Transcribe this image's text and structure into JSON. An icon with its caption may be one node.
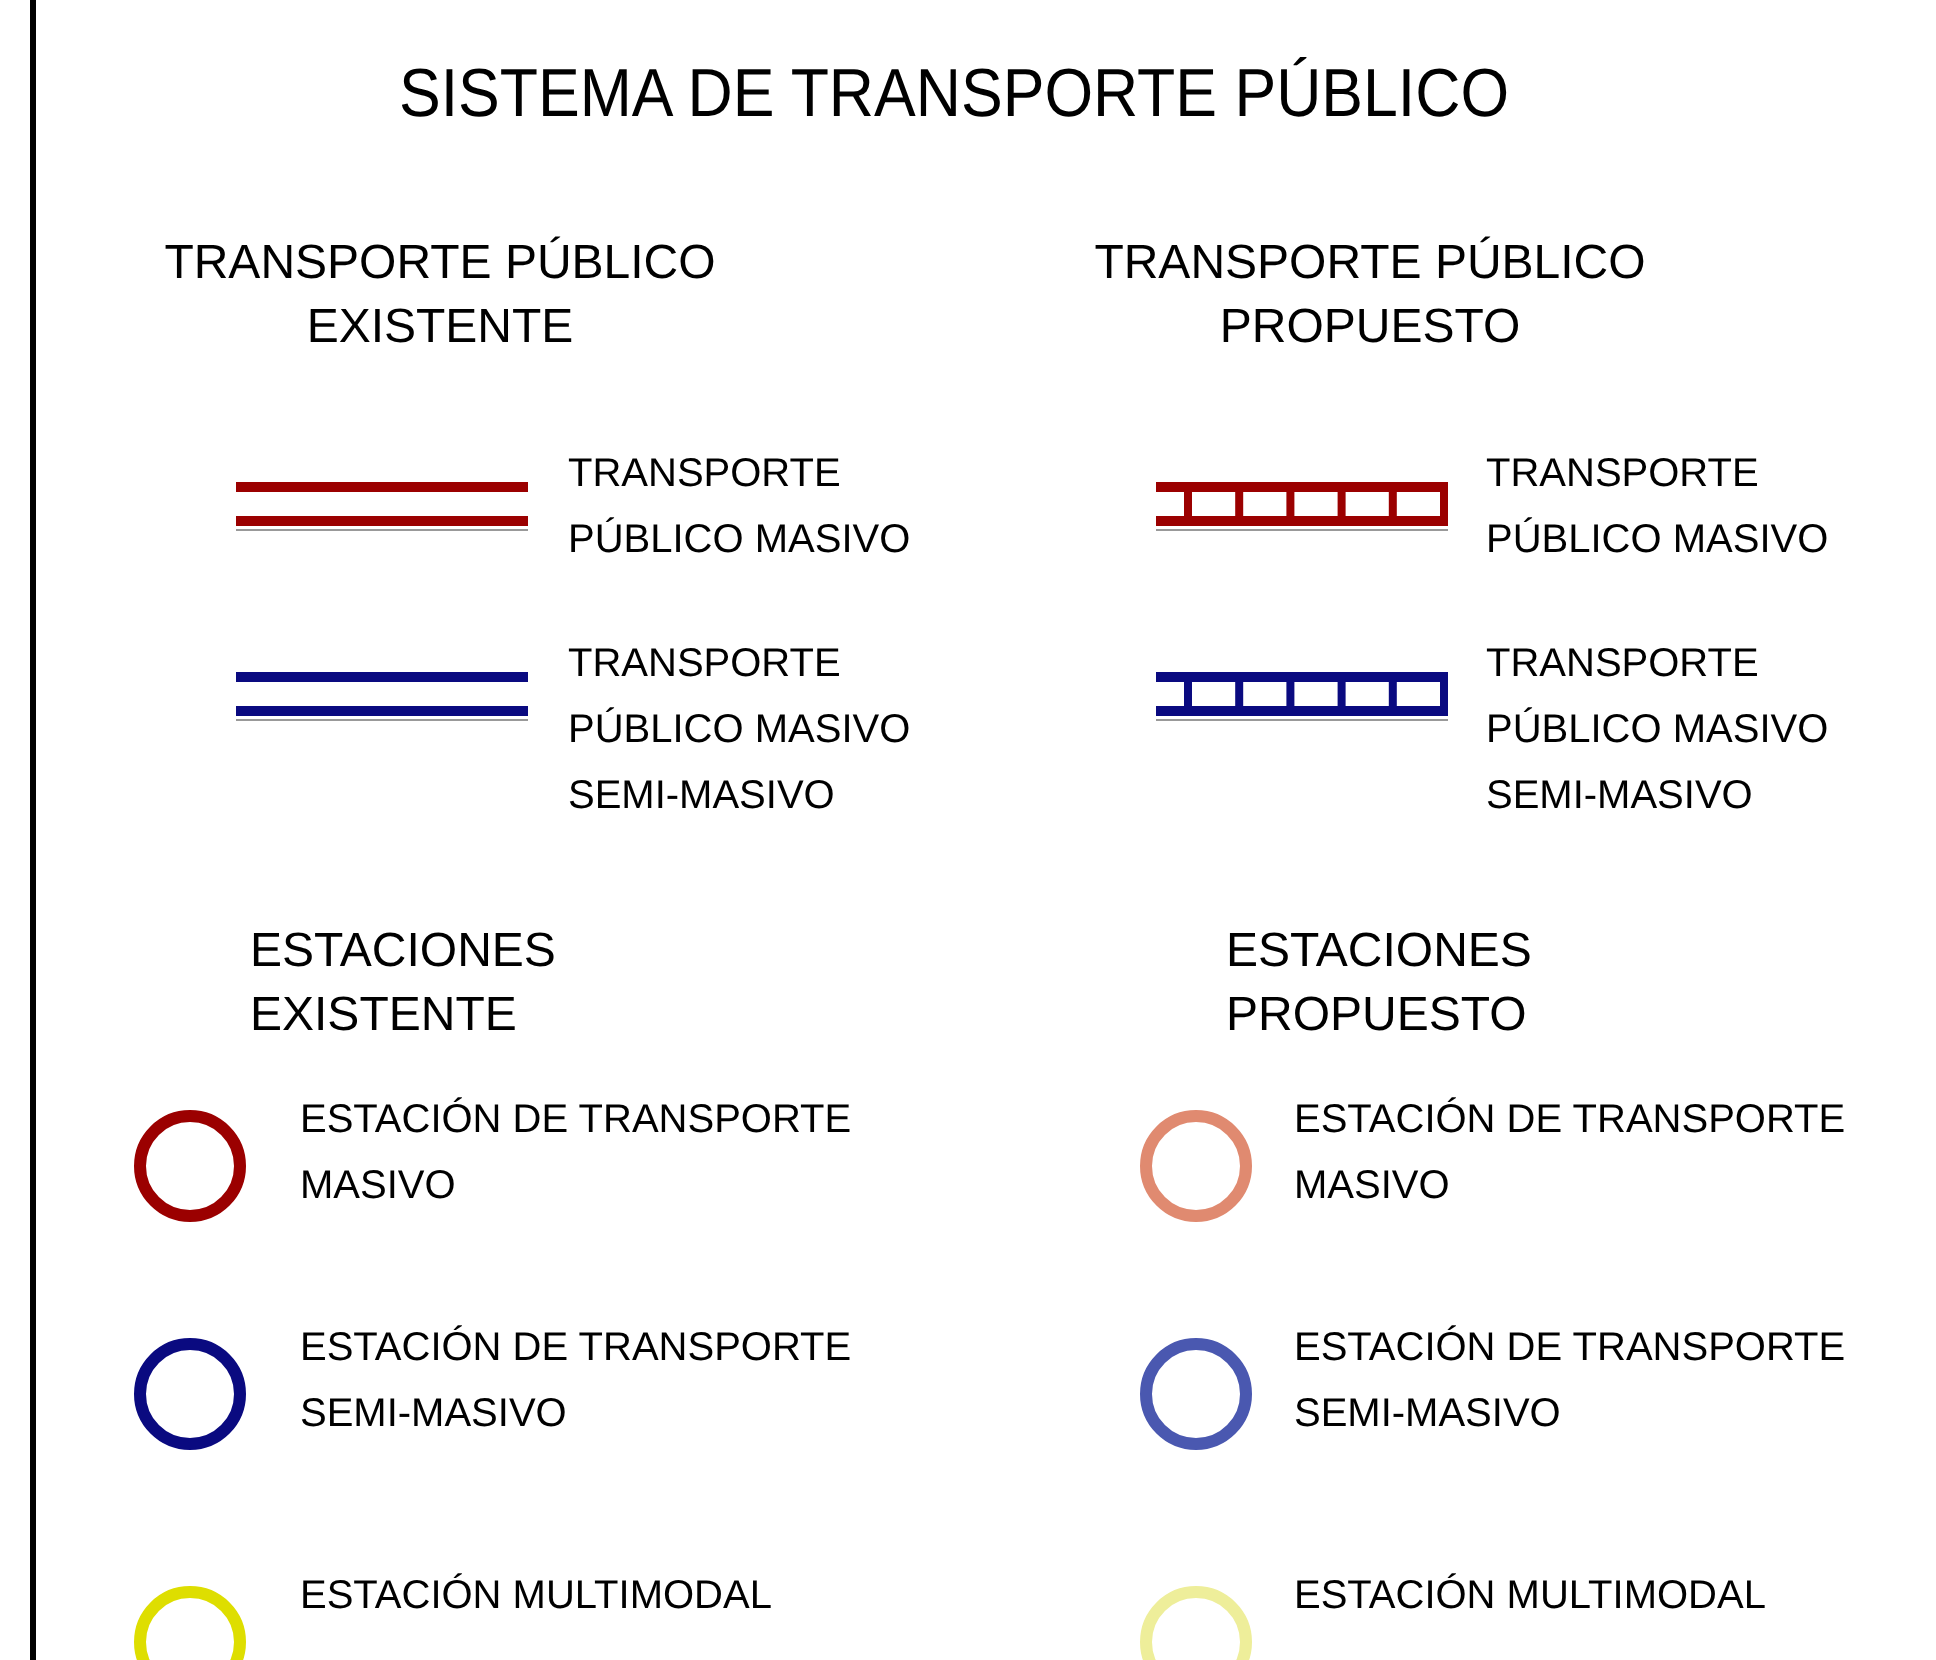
{
  "diagram": {
    "title": "SISTEMA DE TRANSPORTE PÚBLICO",
    "labels": [
      "TRANSPORTE PÚBLICO EXISTENTE",
      "TRANSPORTE PÚBLICO PROPUESTO",
      "ESTACIONES EXISTENTE",
      "ESTACIONES PROPUESTO"
    ],
    "legend": [
      {
        "text": "TRANSPORTE PÚBLICO MASIVO"
      },
      {
        "text": "TRANSPORTE PÚBLICO MASIVO"
      },
      {
        "text": "TRANSPORTE PÚBLICO MASIVO SEMI-MASIVO"
      },
      {
        "text": "TRANSPORTE PÚBLICO MASIVO SEMI-MASIVO"
      },
      {
        "text": "ESTACIÓN DE TRANSPORTE MASIVO"
      },
      {
        "text": "ESTACIÓN DE TRANSPORTE MASIVO"
      },
      {
        "text": "ESTACIÓN DE TRANSPORTE SEMI-MASIVO"
      },
      {
        "text": "ESTACIÓN DE TRANSPORTE SEMI-MASIVO"
      },
      {
        "text": "ESTACIÓN MULTIMODAL"
      },
      {
        "text": "ESTACIÓN MULTIMODAL"
      }
    ]
  }
}
